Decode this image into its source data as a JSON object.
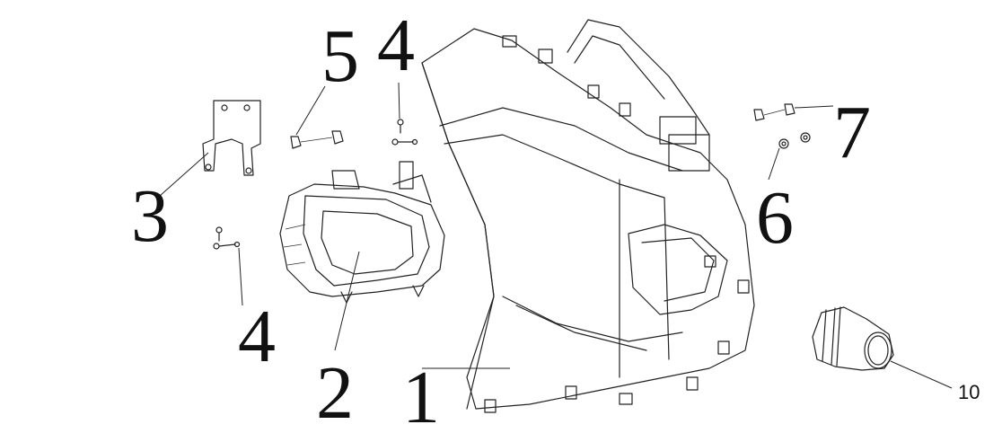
{
  "callouts": {
    "c1": "1",
    "c2": "2",
    "c3": "3",
    "c4a": "4",
    "c4b": "4",
    "c5": "5",
    "c6": "6",
    "c7": "7",
    "c10": "10"
  },
  "colors": {
    "line": "#222222",
    "background": "#ffffff"
  }
}
